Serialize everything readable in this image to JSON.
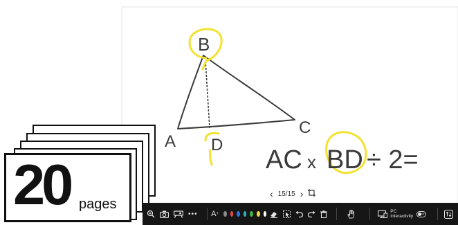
{
  "whiteboard": {
    "labels": {
      "b": "B",
      "a": "A",
      "c": "C",
      "d": "D"
    },
    "formula": {
      "ac": "AC",
      "times": "x",
      "bd": "BD",
      "rest": "÷ 2="
    },
    "ink_color": "#3a3a3a",
    "highlight_color": "#f3e22f"
  },
  "badge": {
    "number": "20",
    "unit": "pages"
  },
  "navigation": {
    "prev_icon": "chevron-left-icon",
    "next_icon": "chevron-right-icon",
    "crop_icon": "crop-icon",
    "page_indicator": "15/15"
  },
  "toolbar": {
    "tools": [
      "zoom-icon",
      "camera-icon",
      "projector-icon",
      "more-icon",
      "text-icon"
    ],
    "colors": [
      "#8a8a8a",
      "#e8474a",
      "#2b73e0",
      "#2fb2b8",
      "#3cb24a",
      "#f4d53a",
      "#ffffff"
    ],
    "right_tools": [
      "eraser-icon",
      "select-icon",
      "undo-icon",
      "redo-icon",
      "trash-icon",
      "hand-icon",
      "screen-icon"
    ],
    "pc_interactivity_label": "PC Interactivity",
    "toggle_state": "OFF",
    "swap_icon": "swap-icon"
  }
}
